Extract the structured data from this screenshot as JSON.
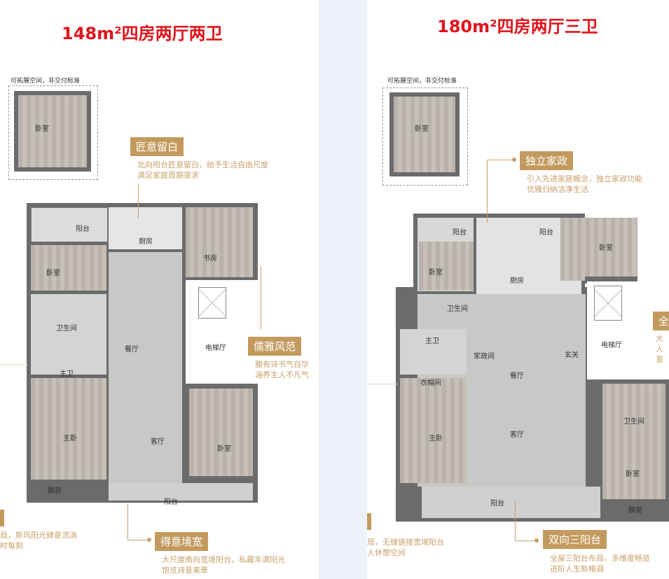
{
  "accent_color": "#c39a5e",
  "title_color": "#e0131b",
  "plans": [
    {
      "title": "148m²四房两厅两卫",
      "note": "可拓展空间，非交付标准",
      "rooms": [
        "卧室",
        "阳台",
        "厨房",
        "书房",
        "卧室",
        "卫生间",
        "餐厅",
        "电梯厅",
        "主卫",
        "主卧",
        "客厅",
        "卧室",
        "飘窗",
        "阳台"
      ],
      "callouts": [
        {
          "tag": "匠意留白",
          "desc": [
            "北向阳台匠意留白，给予生活自由尺度",
            "满足家庭周期需求"
          ]
        },
        {
          "tag": "儒雅风范",
          "desc": [
            "腹有诗书气自华",
            "涵养主人不凡气"
          ]
        },
        {
          "tag": "得意境宽",
          "desc": [
            "大尺度南向宽境阳台，私藏丰满阳光",
            "饱览诗意美景"
          ]
        },
        {
          "tag": "",
          "desc": [
            "局，新风阳光肆意流淌",
            "时每刻"
          ]
        }
      ]
    },
    {
      "title": "180m²四房两厅三卫",
      "note": "可拓展空间，非交付标准",
      "rooms": [
        "卧室",
        "阳台",
        "阳台",
        "卧室",
        "厨房",
        "卧室",
        "卫生间",
        "家政间",
        "主卫",
        "衣帽间",
        "餐厅",
        "玄关",
        "电梯厅",
        "主卧",
        "客厅",
        "卫生间",
        "卧室",
        "飘窗",
        "阳台"
      ],
      "callouts": [
        {
          "tag": "独立家政",
          "desc": [
            "引入先进家居概念，独立家政功能",
            "优雅归纳洁净生活"
          ]
        },
        {
          "tag": "全",
          "desc": [
            "大",
            "人",
            "意"
          ]
        },
        {
          "tag": "双向三阳台",
          "desc": [
            "全屋三阳台布局，多维度畅览",
            "进阶人生新格调"
          ]
        },
        {
          "tag": "",
          "desc": [
            "局，无缝链接宽境阳台",
            "人休憩空间"
          ]
        }
      ]
    }
  ]
}
